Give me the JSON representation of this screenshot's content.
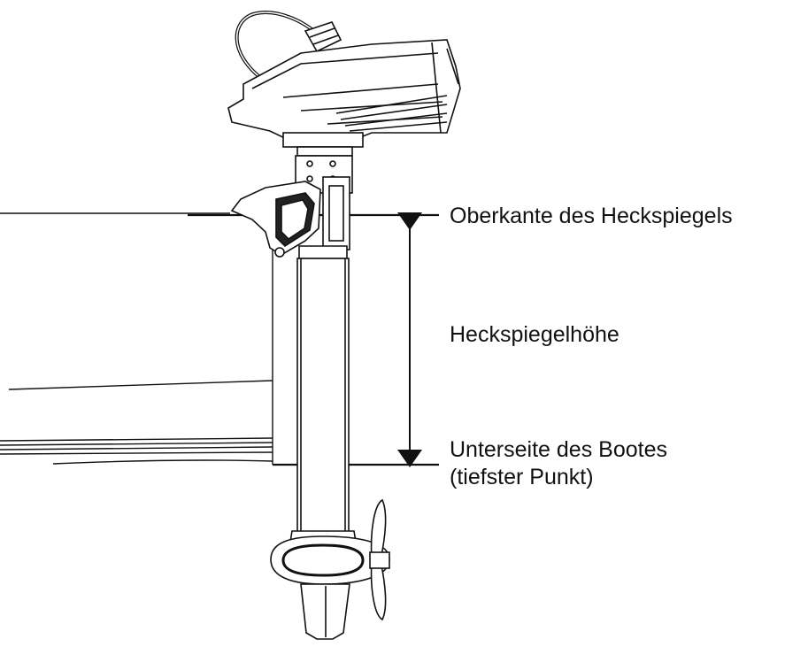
{
  "labels": {
    "transom_top": "Oberkante des Heckspiegels",
    "transom_height": "Heckspiegelhöhe",
    "boat_bottom_line1": "Unterseite des Bootes",
    "boat_bottom_line2": "(tiefster Punkt)"
  },
  "colors": {
    "stroke": "#111111",
    "background": "#ffffff"
  },
  "icons": {
    "dimension_arrow": "double-headed-vertical-arrow"
  }
}
